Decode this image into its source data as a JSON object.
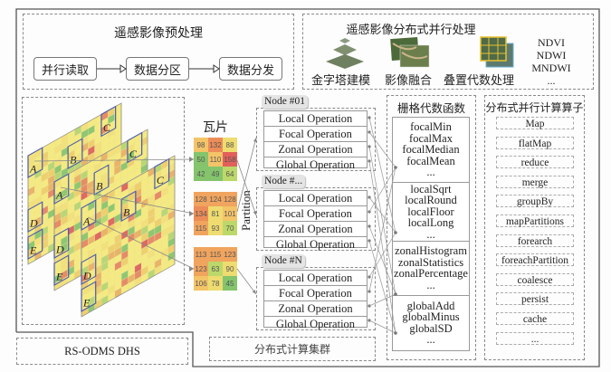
{
  "preprocess": {
    "title": "遥感影像预处理",
    "steps": [
      "并行读取",
      "数据分区",
      "数据分发"
    ]
  },
  "parallel": {
    "title": "遥感影像分布式并行处理",
    "items": [
      "金字塔建模",
      "影像融合",
      "叠置代数处理"
    ],
    "indices": [
      "NDVI",
      "NDWI",
      "MNDWI",
      "..."
    ]
  },
  "raster_labels": [
    "A",
    "B",
    "C",
    "D",
    "E"
  ],
  "tiles": {
    "title": "瓦片",
    "grids": [
      [
        98,
        132,
        88,
        50,
        110,
        158,
        42,
        49,
        64
      ],
      [
        128,
        124,
        128,
        134,
        81,
        101,
        115,
        93,
        70
      ],
      [
        113,
        115,
        123,
        123,
        63,
        90,
        106,
        78,
        45
      ]
    ]
  },
  "partition_label": "Partition",
  "nodes": [
    {
      "name": "Node #01",
      "ops": [
        "Local Operation",
        "Focal Operation",
        "Zonal Operation",
        "Global Operation"
      ]
    },
    {
      "name": "Node #...",
      "ops": [
        "Local Operation",
        "Focal Operation",
        "Zonal Operation",
        "Global Operation"
      ]
    },
    {
      "name": "Node #N",
      "ops": [
        "Local Operation",
        "Focal Operation",
        "Zonal Operation",
        "Global Operation"
      ]
    }
  ],
  "cluster_label": "分布式计算集群",
  "system_label": "RS-ODMS DHS",
  "functions": {
    "title": "栅格代数函数",
    "sections": [
      [
        "focalMin",
        "focalMax",
        "focalMedian",
        "focalMean",
        "..."
      ],
      [
        "localSqrt",
        "localRound",
        "localFloor",
        "localLong",
        "..."
      ],
      [
        "zonalHistogram",
        "zonalStatistics",
        "zonalPercentage",
        "..."
      ],
      [
        "globalAdd",
        "globalMinus",
        "globalSD",
        "..."
      ]
    ]
  },
  "operators": {
    "title": "分布式并行计算算子",
    "items": [
      "Map",
      "flatMap",
      "reduce",
      "merge",
      "groupBy",
      "mapPartitions",
      "forearch",
      "foreachPartition",
      "coalesce",
      "persist",
      "cache",
      "..."
    ]
  }
}
